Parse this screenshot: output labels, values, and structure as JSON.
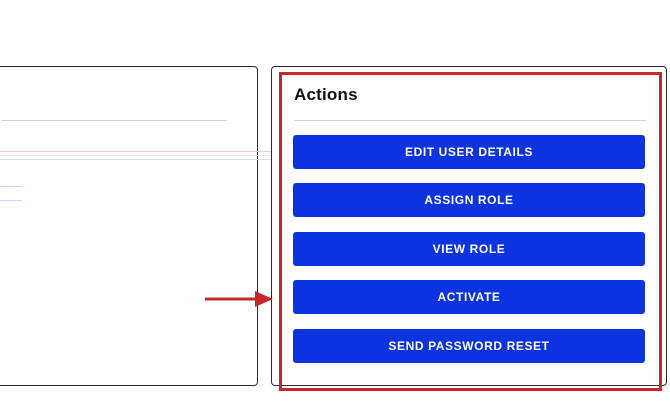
{
  "actions_card": {
    "title": "Actions",
    "buttons": [
      {
        "label": "EDIT USER DETAILS"
      },
      {
        "label": "ASSIGN ROLE"
      },
      {
        "label": "VIEW ROLE"
      },
      {
        "label": "ACTIVATE"
      },
      {
        "label": "SEND PASSWORD RESET"
      }
    ]
  },
  "colors": {
    "button_bg": "#0c33e0",
    "highlight": "#c62828",
    "arrow": "#c62828"
  },
  "annotation": {
    "arrow_icon": "right-arrow-icon",
    "points_to": "ACTIVATE"
  }
}
